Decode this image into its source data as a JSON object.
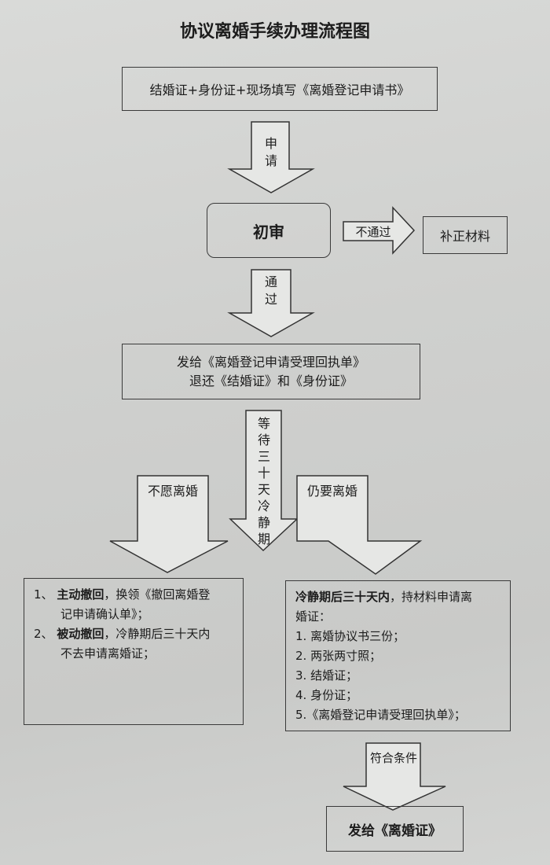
{
  "title": "协议离婚手续办理流程图",
  "step1": "结婚证+身份证+现场填写《离婚登记申请书》",
  "arrow_apply": "申请",
  "review": "初审",
  "arrow_fail": "不通过",
  "correction": "补正材料",
  "arrow_pass": "通过",
  "receipt": {
    "line1": "发给《离婚登记申请受理回执单》",
    "line2": "退还《结婚证》和《身份证》"
  },
  "arrow_wait": "等待三十天冷静期",
  "arrow_unwilling": "不愿离婚",
  "arrow_still": "仍要离婚",
  "withdraw": {
    "item1_num": "1、",
    "item1_bold": "主动撤回",
    "item1_text": "，换领《撤回离婚登",
    "item1_cont": "记申请确认单》；",
    "item2_num": "2、",
    "item2_bold": "被动撤回",
    "item2_text": "，冷静期后三十天内",
    "item2_cont": "不去申请离婚证；"
  },
  "apply_cert": {
    "intro_bold": "冷静期后三十天内",
    "intro_text": "，持材料申请离",
    "intro_cont": "婚证：",
    "items": [
      "1. 离婚协议书三份；",
      "2. 两张两寸照；",
      "3. 结婚证；",
      "4. 身份证；",
      "5.《离婚登记申请受理回执单》；"
    ]
  },
  "arrow_qualify": "符合条件",
  "final": "发给《离婚证》"
}
